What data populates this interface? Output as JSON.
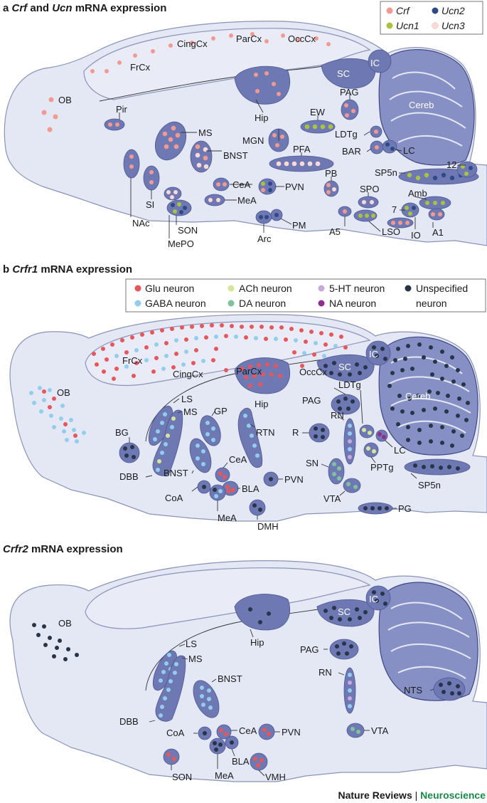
{
  "panel_a": {
    "letter": "a",
    "title_parts": [
      "Crf",
      " and ",
      "Ucn",
      " mRNA expression"
    ],
    "legend": [
      {
        "label": "Crf",
        "color": "#f29a91"
      },
      {
        "label": "Ucn2",
        "color": "#2e4a86"
      },
      {
        "label": "Ucn1",
        "color": "#a9c23f"
      },
      {
        "label": "Ucn3",
        "color": "#fbd9d6"
      }
    ],
    "labels": [
      "CingCx",
      "ParCx",
      "OccCx",
      "FrCx",
      "IC",
      "SC",
      "Cereb",
      "OB",
      "Pir",
      "Hip",
      "PAG",
      "EW",
      "LDTg",
      "BAR",
      "LC",
      "MS",
      "MGN",
      "BNST",
      "PFA",
      "SP5n",
      "12",
      "PB",
      "SPO",
      "Amb",
      "7",
      "CeA",
      "PVN",
      "MeA",
      "SI",
      "NAc",
      "SON",
      "MePO",
      "Arc",
      "PM",
      "A5",
      "LSO",
      "IO",
      "A1"
    ]
  },
  "panel_b1": {
    "letter": "b",
    "title_parts": [
      "Crfr1",
      " mRNA expression"
    ],
    "legend": [
      {
        "label": "Glu neuron",
        "color": "#e8555a"
      },
      {
        "label": "ACh neuron",
        "color": "#d6e59a"
      },
      {
        "label": "5-HT neuron",
        "color": "#c9a8dc"
      },
      {
        "label": "Unspecified",
        "color": "#283447"
      },
      {
        "label": "GABA neuron",
        "color": "#92cdee"
      },
      {
        "label": "DA neuron",
        "color": "#7fc29b"
      },
      {
        "label": "NA neuron",
        "color": "#8e2f8f"
      },
      {
        "label": "neuron",
        "color": ""
      }
    ],
    "labels": [
      "CingCx",
      "ParCx",
      "OccCx",
      "FrCx",
      "SC",
      "IC",
      "OB",
      "Hip",
      "LDTg",
      "Cereb",
      "PAG",
      "LS",
      "MS",
      "GP",
      "RTN",
      "RN",
      "R",
      "BG",
      "LC",
      "PPTg",
      "BNST",
      "CeA",
      "BLA",
      "PVN",
      "SN",
      "SP5n",
      "DBB",
      "CoA",
      "VTA",
      "PG",
      "MeA",
      "DMH"
    ]
  },
  "panel_b2": {
    "title_parts": [
      "Crfr2",
      " mRNA expression"
    ],
    "labels": [
      "SC",
      "IC",
      "OB",
      "Hip",
      "LS",
      "MS",
      "PAG",
      "BNST",
      "RN",
      "NTS",
      "DBB",
      "CoA",
      "CeA",
      "PVN",
      "VTA",
      "SON",
      "BLA",
      "VMH",
      "MeA"
    ]
  },
  "footer": {
    "journal": "Nature Reviews",
    "separator": " | ",
    "section": "Neuroscience"
  },
  "colors": {
    "journal": "#1a1a1a",
    "section": "#1a8a4a"
  }
}
